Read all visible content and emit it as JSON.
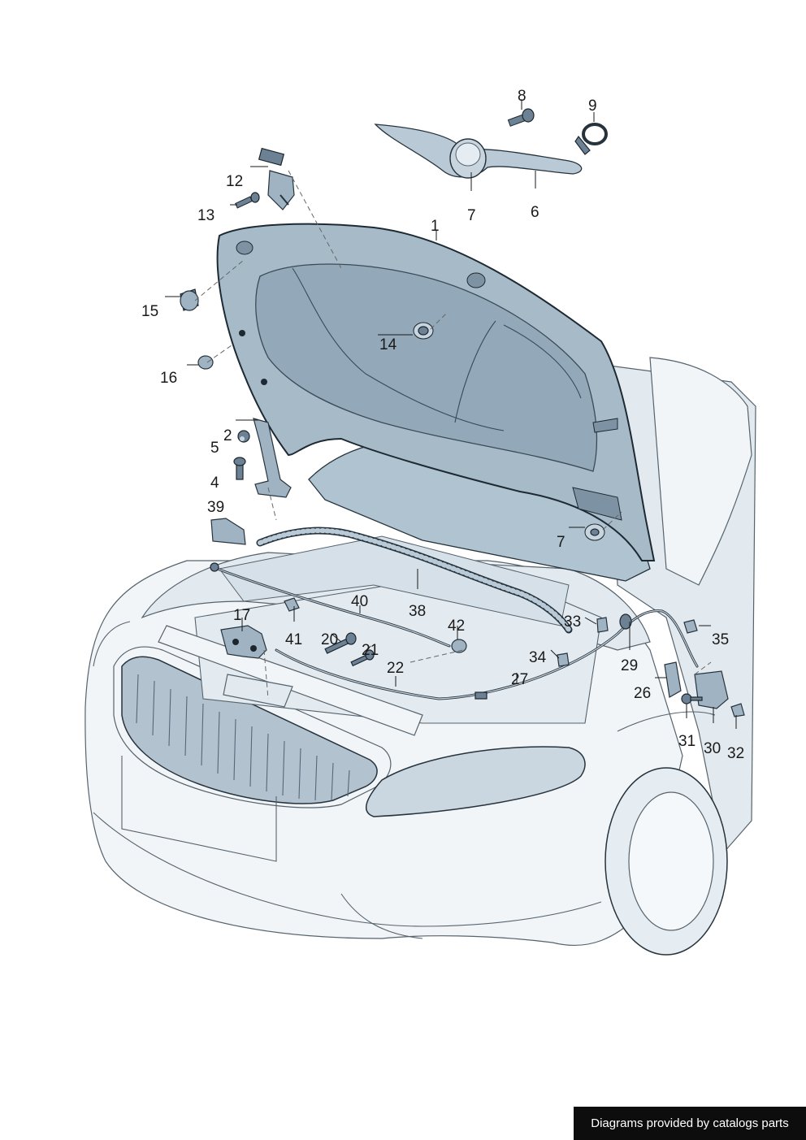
{
  "callouts": {
    "c1": "1",
    "c2": "2",
    "c4": "4",
    "c5": "5",
    "c6": "6",
    "c7a": "7",
    "c7b": "7",
    "c8": "8",
    "c9": "9",
    "c12": "12",
    "c13": "13",
    "c14": "14",
    "c15": "15",
    "c16": "16",
    "c17": "17",
    "c20": "20",
    "c21": "21",
    "c22": "22",
    "c26": "26",
    "c27": "27",
    "c29": "29",
    "c30": "30",
    "c31": "31",
    "c32": "32",
    "c33": "33",
    "c34": "34",
    "c35": "35",
    "c38": "38",
    "c39": "39",
    "c40": "40",
    "c41": "41",
    "c42": "42"
  },
  "footer": {
    "credit": "Diagrams provided by catalogs parts"
  },
  "colors": {
    "hood": "#a7bac8",
    "car_body": "#f1f5f8",
    "outline": "#1e2a33",
    "footer_bg": "#0d0d0d"
  }
}
